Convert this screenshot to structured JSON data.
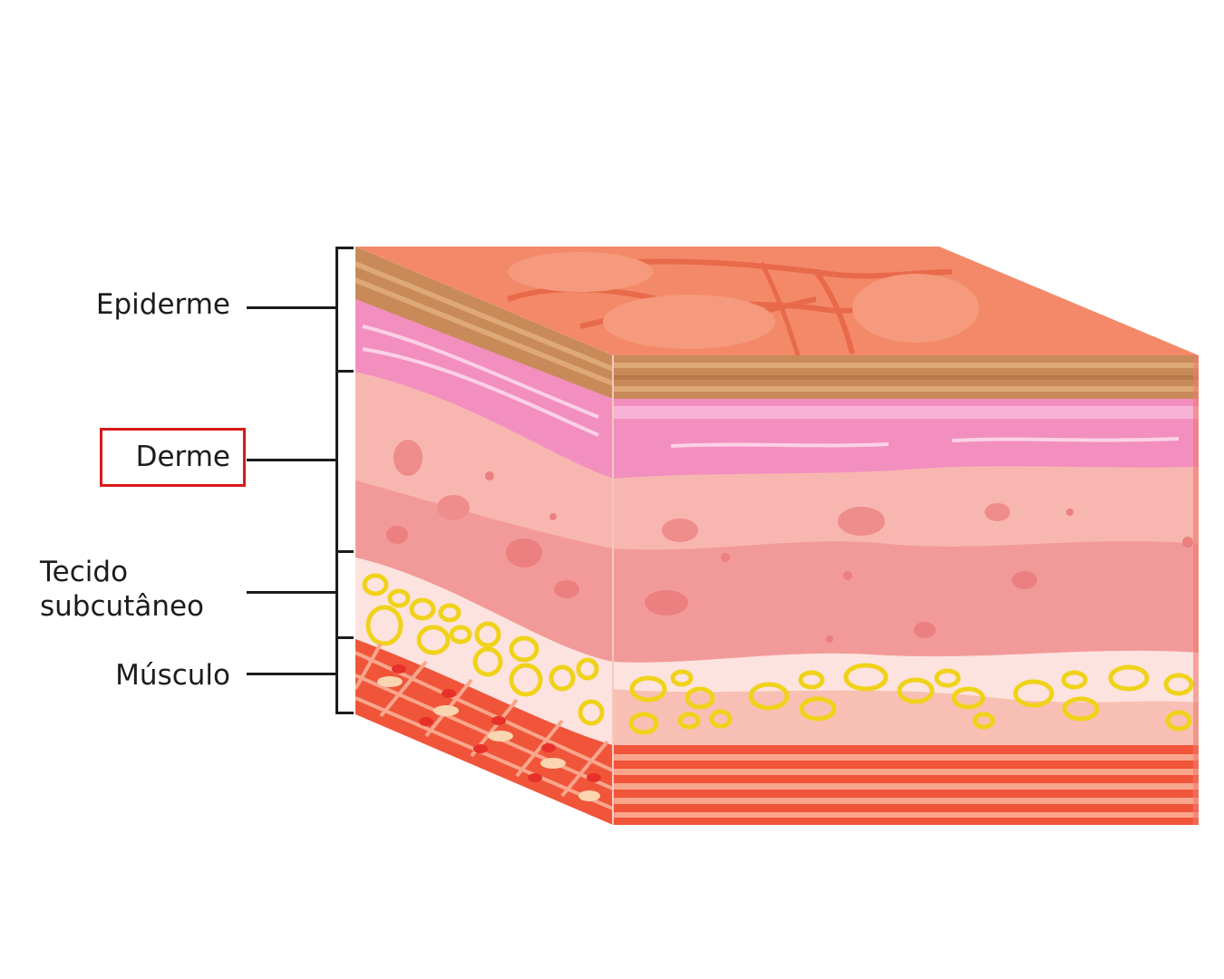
{
  "labels": {
    "epiderme": "Epiderme",
    "derme": "Derme",
    "tecido_line1": "Tecido",
    "tecido_line2": "subcutâneo",
    "musculo": "Músculo"
  },
  "highlighted_label": "Derme",
  "colors": {
    "highlight_border": "#d81a1a",
    "epidermis_top": "#f4896a",
    "epidermis_band": "#c98a5a",
    "dermis_pink": "#f28fbf",
    "dermis_body": "#f6a7a7",
    "fat_yellow": "#f0d21a",
    "muscle_red": "#f0553a"
  }
}
